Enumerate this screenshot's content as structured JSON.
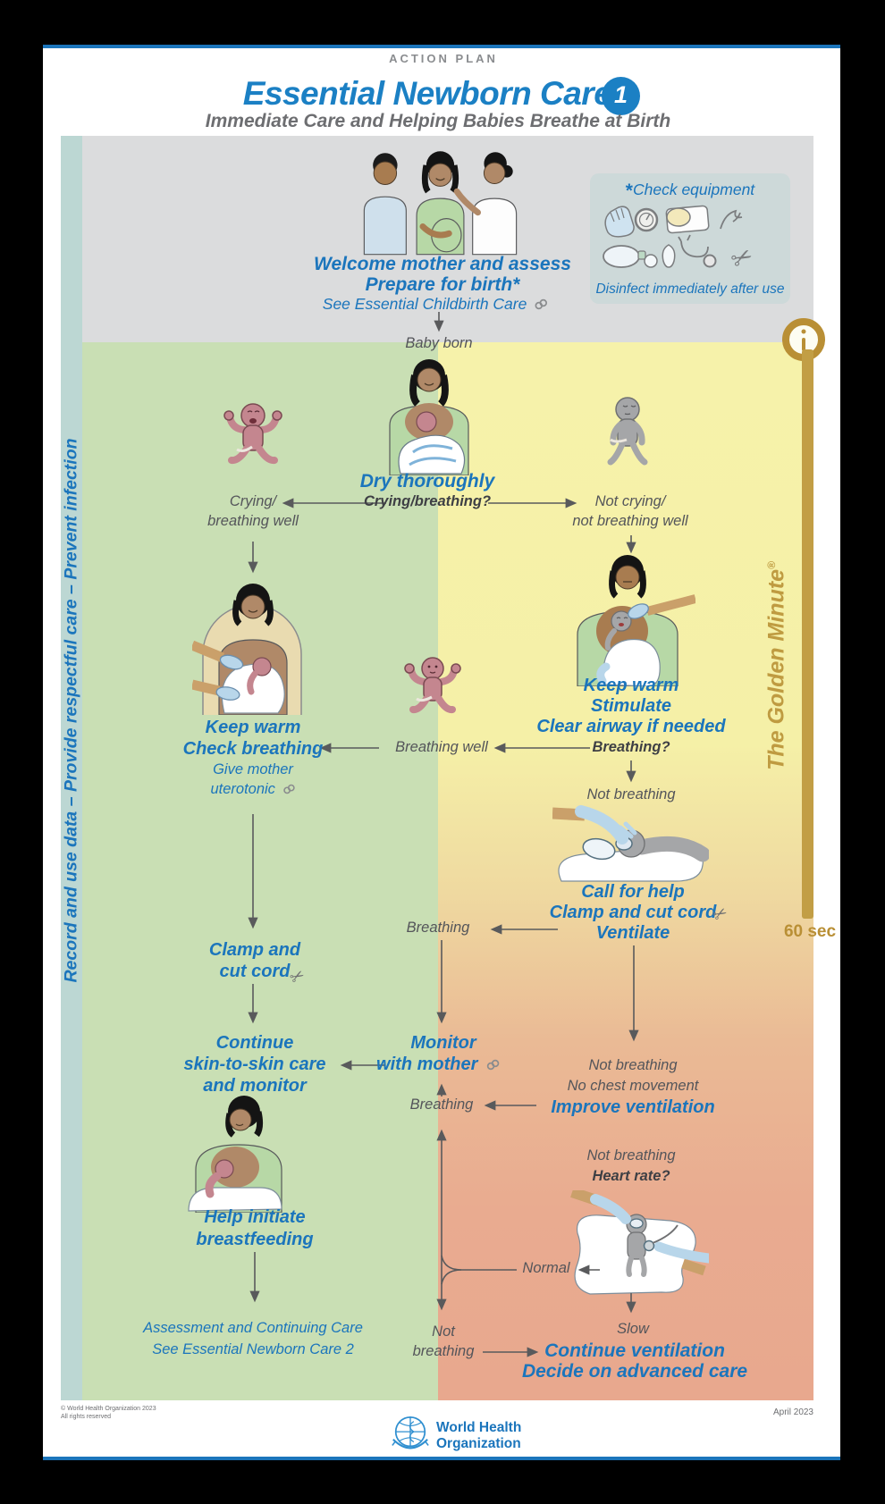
{
  "header": {
    "kicker": "ACTION PLAN",
    "title": "Essential Newborn Care",
    "badge": "1",
    "subtitle": "Immediate Care and Helping Babies Breathe at Birth"
  },
  "sidebars": {
    "left": "Record and use data   –   Provide respectful care   –   Prevent infection",
    "golden_minute": "The Golden Minute",
    "golden_reg": "®",
    "timer_label": "60 sec"
  },
  "top": {
    "welcome1": "Welcome mother and assess",
    "welcome2": "Prepare for birth*",
    "childbirth_link": "See Essential Childbirth Care",
    "baby_born": "Baby born",
    "equipment": {
      "star": "*",
      "title": "Check equipment",
      "note": "Disinfect immediately after use"
    }
  },
  "flow": {
    "dry": "Dry thoroughly",
    "crying_q": "Crying/breathing?",
    "crying1": "Crying/",
    "crying2": "breathing well",
    "notcrying1": "Not crying/",
    "notcrying2": "not breathing well",
    "keepwarm_l1": "Keep warm",
    "keepwarm_l2": "Check breathing",
    "give1": "Give mother",
    "give2": "uterotonic",
    "breathing_well": "Breathing well",
    "keepwarm_r1": "Keep warm",
    "keepwarm_r2": "Stimulate",
    "keepwarm_r3": "Clear airway if needed",
    "breathing_q": "Breathing?",
    "not_breathing1": "Not breathing",
    "call1": "Call for help",
    "call2": "Clamp and cut cord",
    "call3": "Ventilate",
    "breathing_ret1": "Breathing",
    "clamp1": "Clamp and",
    "clamp2": "cut cord",
    "cont1": "Continue",
    "cont2": "skin-to-skin care",
    "cont3": "and monitor",
    "mon1": "Monitor",
    "mon2": "with mother",
    "nb2a": "Not breathing",
    "nb2b": "No chest movement",
    "improve": "Improve ventilation",
    "breathing_ret2": "Breathing",
    "nb3a": "Not breathing",
    "heart_rate_q": "Heart rate?",
    "normal": "Normal",
    "slow": "Slow",
    "help1": "Help initiate",
    "help2": "breastfeeding",
    "assess1": "Assessment and Continuing Care",
    "assess2": "See Essential Newborn Care 2",
    "nb4a": "Not",
    "nb4b": "breathing",
    "cv1": "Continue ventilation",
    "cv2": "Decide on advanced care"
  },
  "footer": {
    "copyright1": "© World Health Organization 2023",
    "copyright2": "All rights reserved",
    "date": "April 2023",
    "who1": "World Health",
    "who2": "Organization"
  },
  "colors": {
    "blue": "#1b75bc",
    "gold": "#bf9b41",
    "green_zone": "#c9dfb4",
    "yellow_zone": "#f5f0a7",
    "salmon_zone": "#e8a88e",
    "teal_strip": "#bcd7d3",
    "gray_band": "#dbdcdd"
  }
}
